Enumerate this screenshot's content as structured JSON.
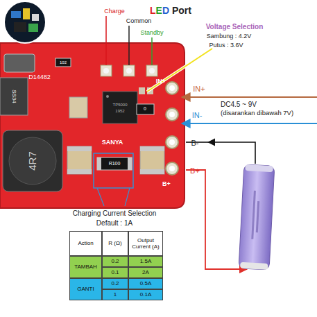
{
  "diagram": {
    "nodes": [
      {
        "text": [
          "Action"
        ]
      },
      {
        "text": [
          "R (Ω)"
        ]
      },
      {
        "text": [
          "Output Current (A)"
        ]
      },
      {
        "text": [
          "TAMBAH"
        ]
      },
      {
        "text": [
          "0.2"
        ]
      },
      {
        "text": [
          "1.5A"
        ]
      },
      {
        "text": [
          "0.1"
        ]
      },
      {
        "text": [
          "2A"
        ]
      },
      {
        "text": [
          "GANTI"
        ]
      },
      {
        "text": [
          "0.2"
        ]
      },
      {
        "text": [
          "0.5A"
        ]
      },
      {
        "text": [
          "1"
        ]
      },
      {
        "text": [
          "0.1A"
        ]
      }
    ],
    "labels": [
      "LED Port",
      "Charge",
      "Common",
      "Standby",
      "Voltage Selection",
      "Sambung : 4.2V",
      "Putus : 3.6V",
      "IN+",
      "IN-",
      "DC4.5 ~ 9V",
      "(disarankan dibawah 7V)",
      "B-",
      "B+",
      "Charging Current Selection",
      "Default : 1A",
      "D14482",
      "102",
      "SS34",
      "4R7",
      "SANYA",
      "R100",
      "0",
      "IN+",
      "B+",
      "TP5000",
      "1952"
    ]
  }
}
